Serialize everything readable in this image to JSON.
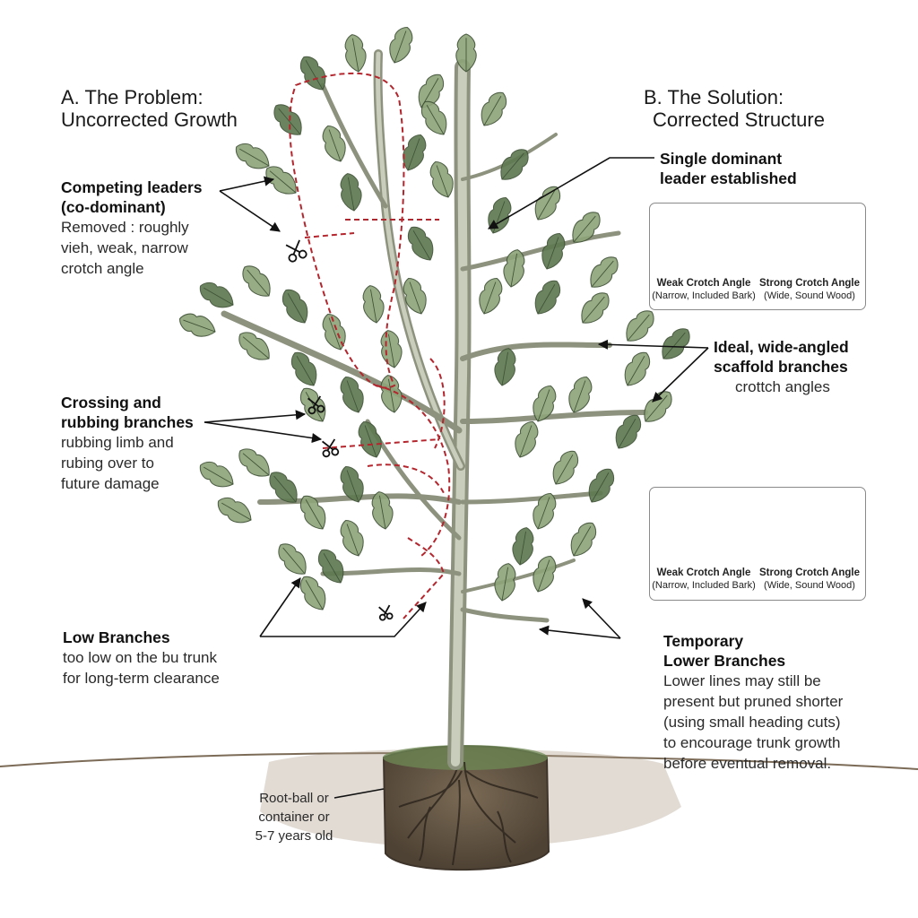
{
  "problem": {
    "heading_line1": "A. The Problem:",
    "heading_line2": "Uncorrected Growth",
    "competing": {
      "title_line1": "Competing leaders",
      "title_line2": "(co-dominant)",
      "desc": [
        "Removed : roughly",
        "vieh, weak, narrow",
        "crotch angle"
      ]
    },
    "crossing": {
      "title_line1": "Crossing and",
      "title_line2": "rubbing branches",
      "desc": [
        "rubbing limb and",
        "rubing over to",
        "future damage"
      ]
    },
    "low": {
      "title": "Low Branches",
      "desc": [
        "too low on the bu trunk",
        "for long-term clearance"
      ]
    }
  },
  "solution": {
    "heading_line1": "B. The Solution:",
    "heading_line2": "Corrected Structure",
    "leader": {
      "title_line1": "Single dominant",
      "title_line2": "leader established"
    },
    "scaffold": {
      "title_line1": "Ideal, wide-angled",
      "title_line2": "scaffold branches",
      "desc": "crottch angles"
    },
    "temporary": {
      "title_line1": "Temporary",
      "title_line2": "Lower Branches",
      "desc": [
        "Lower lines may still be",
        "present but pruned shorter",
        "(using small heading cuts)",
        "to encourage trunk growth",
        "before eventual removal."
      ]
    }
  },
  "crotch_boxes": [
    {
      "weak_title": "Weak Crotch Angle",
      "weak_sub": "(Narrow, Included Bark)",
      "strong_title": "Strong Crotch Angle",
      "strong_sub": "(Wide, Sound Wood)"
    },
    {
      "weak_title": "Weak Crotch Angle",
      "weak_sub": "(Narrow, Included Bark)",
      "strong_title": "Strong Crotch Angle",
      "strong_sub": "(Wide, Sound Wood)"
    }
  ],
  "rootball": [
    "Root-ball or",
    "container or",
    "5-7 years old"
  ],
  "colors": {
    "leaf": "#8fa47a",
    "leaf_dark": "#5f7a52",
    "branch": "#9aa08c",
    "cut_line": "#b3262e",
    "soil": "#6b5a45"
  }
}
